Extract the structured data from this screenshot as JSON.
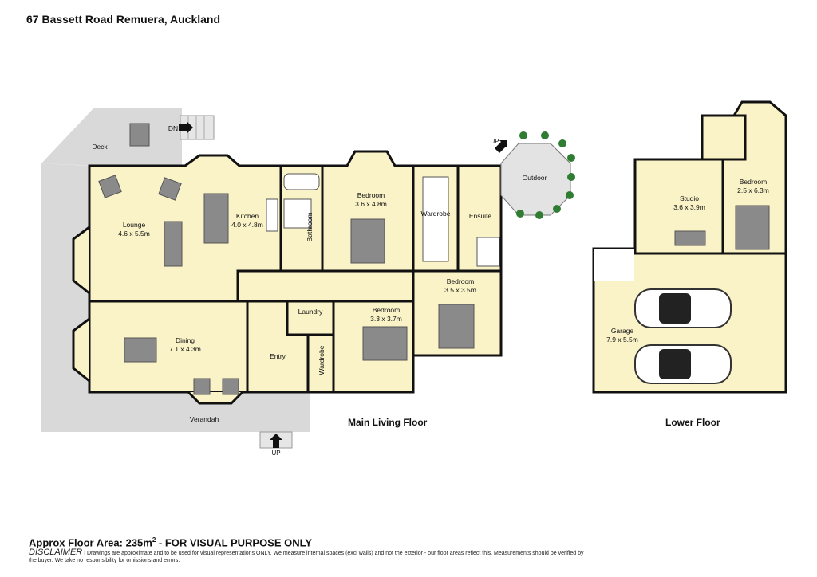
{
  "title": "67 Bassett Road Remuera, Auckland",
  "rooms": {
    "deck": "Deck",
    "dn": "DN",
    "lounge": {
      "name": "Lounge",
      "size": "4.6 x 5.5m"
    },
    "kitchen": {
      "name": "Kitchen",
      "size": "4.0 x 4.8m"
    },
    "bathroom": "Bathroom",
    "bedroom1": {
      "name": "Bedroom",
      "size": "3.6 x 4.8m"
    },
    "wardrobe1": "Wardrobe",
    "ensuite": "Ensuite",
    "outdoor": "Outdoor",
    "up_outdoor": "UP",
    "dining": {
      "name": "Dining",
      "size": "7.1 x 4.3m"
    },
    "laundry": "Laundry",
    "entry": "Entry",
    "wardrobe2": "Wardrobe",
    "bedroom2": {
      "name": "Bedroom",
      "size": "3.3 x 3.7m"
    },
    "bedroom3": {
      "name": "Bedroom",
      "size": "3.5 x 3.5m"
    },
    "verandah": "Verandah",
    "up_verandah": "UP",
    "studio": {
      "name": "Studio",
      "size": "3.6 x 3.9m"
    },
    "bedroom4": {
      "name": "Bedroom",
      "size": "2.5 x 6.3m"
    },
    "garage": {
      "name": "Garage",
      "size": "7.9 x 5.5m"
    }
  },
  "floors": {
    "main": "Main Living Floor",
    "lower": "Lower Floor"
  },
  "area": {
    "prefix": "Approx Floor Area: 235m",
    "sup": "2",
    "suffix": " - FOR VISUAL PURPOSE ONLY"
  },
  "disclaimer": {
    "heading": "DISCLAIMER",
    "text": " | Drawings are approximate and to be used for visual representations ONLY. We measure internal spaces (excl walls) and not the exterior - our floor areas reflect this. Measurements should be verified by the buyer. We take no responsibility for omissions and errors."
  },
  "colors": {
    "floor": "#faf3c8",
    "deck": "#d9d9d9",
    "wall": "#111111",
    "furniture": "#8a8a8a",
    "plant": "#2e7d32"
  }
}
